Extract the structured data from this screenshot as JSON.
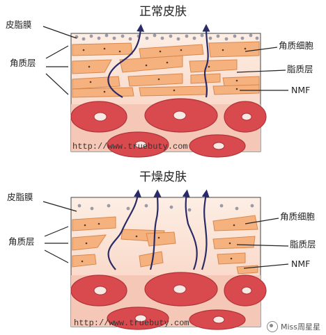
{
  "panels": [
    {
      "title": "正常皮肤",
      "labels": {
        "sebum_film": "皮脂膜",
        "stratum_corneum": "角质层",
        "corneocyte": "角质细胞",
        "lipid_layer": "脂质层",
        "nmf": "NMF"
      },
      "url": "http://www.truebuty.com"
    },
    {
      "title": "干燥皮肤",
      "labels": {
        "sebum_film": "皮脂膜",
        "stratum_corneum": "角质层",
        "corneocyte": "角质细胞",
        "lipid_layer": "脂质层",
        "nmf": "NMF"
      },
      "url": "http://www.truebuty.com"
    }
  ],
  "watermark": "Miss周星星",
  "colors": {
    "background": "#fbe2d2",
    "corneocyte_fill": "#f6b27e",
    "corneocyte_stroke": "#d8884e",
    "sebum_dot": "#9a9aa8",
    "water_arrow": "#2a2a66",
    "basal_cell": "#d94a4f",
    "basal_cell_stroke": "#b03338",
    "nucleus": "#f7e9e3"
  }
}
